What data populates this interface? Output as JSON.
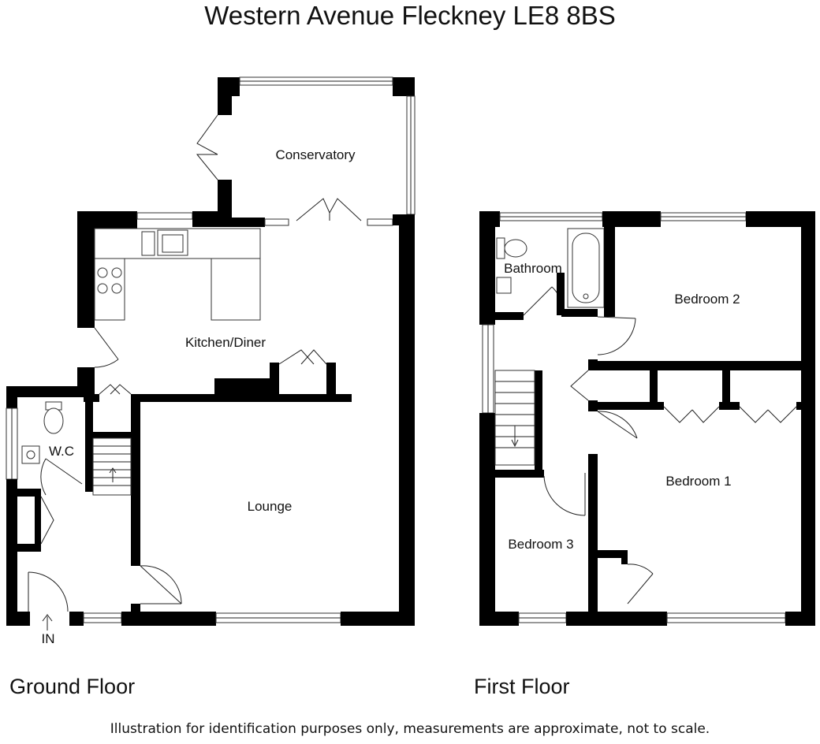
{
  "title": "Western Avenue Fleckney LE8 8BS",
  "floors": [
    {
      "name": "Ground Floor",
      "rooms": [
        "Conservatory",
        "Kitchen/Diner",
        "W.C",
        "Lounge"
      ],
      "entrance_label": "IN"
    },
    {
      "name": "First Floor",
      "rooms": [
        "Bathroom",
        "Bedroom 2",
        "Bedroom 1",
        "Bedroom 3"
      ]
    }
  ],
  "disclaimer": "Illustration for identification purposes only, measurements are approximate, not to scale."
}
